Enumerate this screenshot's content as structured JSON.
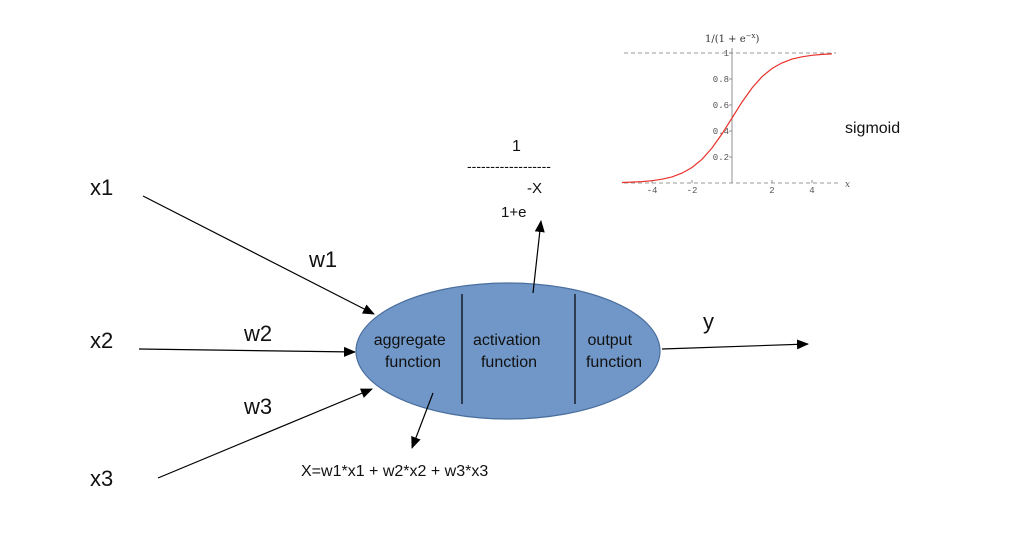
{
  "inputs": {
    "x1": "x1",
    "x2": "x2",
    "x3": "x3"
  },
  "weights": {
    "w1": "w1",
    "w2": "w2",
    "w3": "w3"
  },
  "neuron": {
    "aggregate": [
      "aggregate",
      "function"
    ],
    "activation": [
      "activation",
      "function"
    ],
    "output": [
      "output",
      "function"
    ],
    "fill_color": "#7097c8",
    "stroke_color": "#4a6f9e"
  },
  "output_label": "y",
  "aggregate_formula": "X=w1*x1 + w2*x2 + w3*x3",
  "activation_formula": {
    "numerator": "1",
    "dashes": "------------------",
    "exponent": "-X",
    "denominator": "1+e"
  },
  "sigmoid_label": "sigmoid",
  "chart_data": {
    "type": "line",
    "title": "1/(1 + e^-x)",
    "xlabel": "x",
    "ylabel": "",
    "xlim": [
      -5.5,
      5.2
    ],
    "ylim": [
      0,
      1
    ],
    "xticks": [
      "-4",
      "-2",
      "2",
      "4"
    ],
    "yticks": [
      "0.2",
      "0.4",
      "0.6",
      "0.8",
      "1"
    ],
    "series_color": "#e8322c",
    "series": [
      {
        "x": [
          -5.5,
          -5,
          -4.5,
          -4,
          -3.5,
          -3,
          -2.5,
          -2,
          -1.5,
          -1,
          -0.5,
          0,
          0.5,
          1,
          1.5,
          2,
          2.5,
          3,
          3.5,
          4,
          4.5,
          5
        ],
        "values": [
          0.004,
          0.007,
          0.011,
          0.018,
          0.029,
          0.047,
          0.076,
          0.119,
          0.182,
          0.269,
          0.378,
          0.5,
          0.622,
          0.731,
          0.818,
          0.881,
          0.924,
          0.953,
          0.971,
          0.982,
          0.989,
          0.993
        ]
      }
    ]
  }
}
